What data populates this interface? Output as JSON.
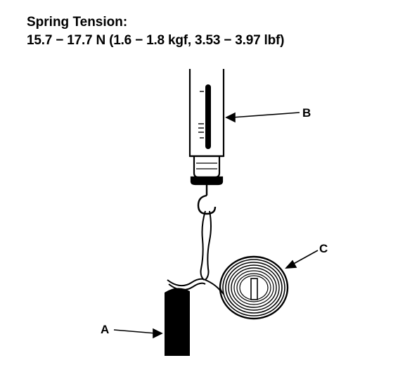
{
  "spec": {
    "heading": "Spring Tension:",
    "value": "15.7 − 17.7 N (1.6 − 1.8 kgf, 3.53 − 3.97 lbf)"
  },
  "callouts": {
    "a": "A",
    "b": "B",
    "c": "C"
  },
  "colors": {
    "ink": "#000000",
    "paper": "#ffffff"
  }
}
